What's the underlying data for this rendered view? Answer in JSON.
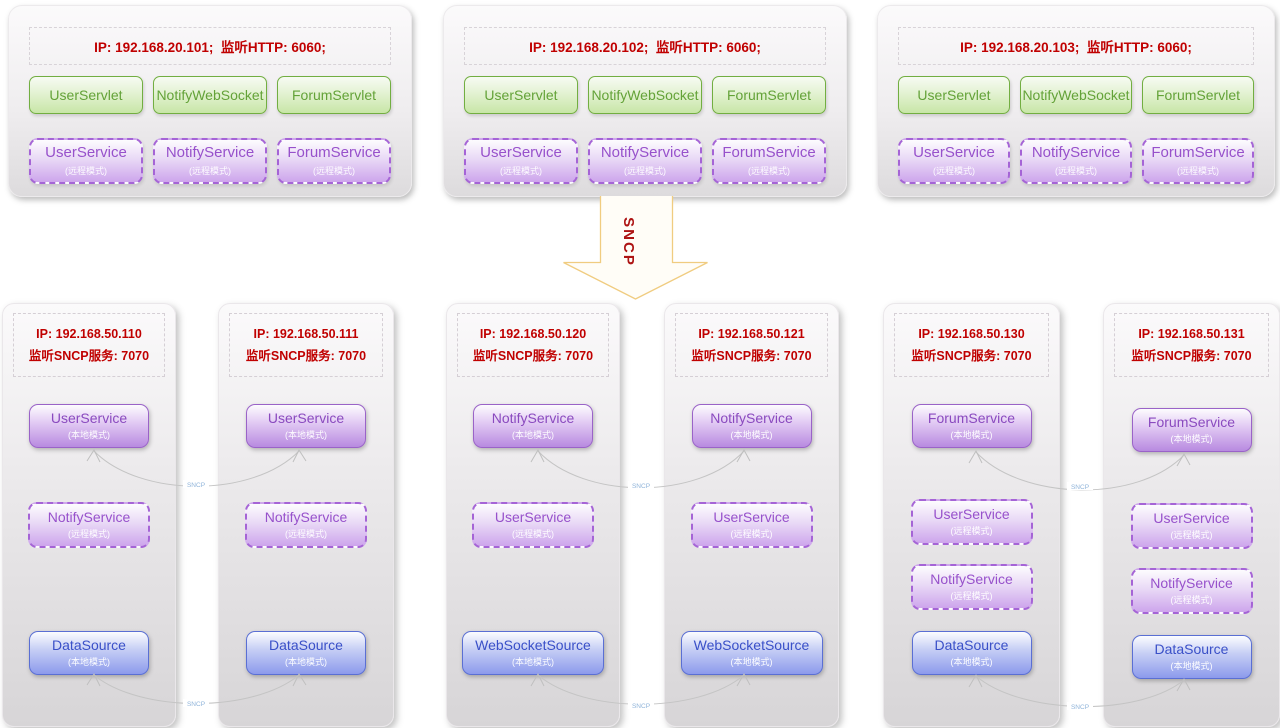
{
  "colors": {
    "ip_text": "#c00000",
    "servlet_green": "#63a238",
    "service_purple": "#9751cb",
    "datasource_blue": "#3a50c8",
    "arrow_outline": "#f0cc80",
    "connector_label": "#90b4da"
  },
  "top_servers": [
    {
      "ip_info": "IP: 192.168.20.101;  监听HTTP: 6060;",
      "servlets": [
        "UserServlet",
        "NotifyWebSocket",
        "ForumServlet"
      ],
      "remote_services": [
        {
          "name": "UserService",
          "mode": "(远程模式)"
        },
        {
          "name": "NotifyService",
          "mode": "(远程模式)"
        },
        {
          "name": "ForumService",
          "mode": "(远程模式)"
        }
      ]
    },
    {
      "ip_info": "IP: 192.168.20.102;  监听HTTP: 6060;",
      "servlets": [
        "UserServlet",
        "NotifyWebSocket",
        "ForumServlet"
      ],
      "remote_services": [
        {
          "name": "UserService",
          "mode": "(远程模式)"
        },
        {
          "name": "NotifyService",
          "mode": "(远程模式)"
        },
        {
          "name": "ForumService",
          "mode": "(远程模式)"
        }
      ]
    },
    {
      "ip_info": "IP: 192.168.20.103;  监听HTTP: 6060;",
      "servlets": [
        "UserServlet",
        "NotifyWebSocket",
        "ForumServlet"
      ],
      "remote_services": [
        {
          "name": "UserService",
          "mode": "(远程模式)"
        },
        {
          "name": "NotifyService",
          "mode": "(远程模式)"
        },
        {
          "name": "ForumService",
          "mode": "(远程模式)"
        }
      ]
    }
  ],
  "sncp_arrow": {
    "label": "SNCP"
  },
  "bottom_servers": [
    {
      "ip_line1": "IP: 192.168.50.110",
      "ip_line2": "监听SNCP服务: 7070",
      "services": [
        {
          "name": "UserService",
          "mode": "(本地模式)"
        },
        {
          "name": "NotifyService",
          "mode": "(远程模式)"
        },
        {
          "name": "DataSource",
          "mode": "(本地模式)"
        }
      ]
    },
    {
      "ip_line1": "IP: 192.168.50.111",
      "ip_line2": "监听SNCP服务: 7070",
      "services": [
        {
          "name": "UserService",
          "mode": "(本地模式)"
        },
        {
          "name": "NotifyService",
          "mode": "(远程模式)"
        },
        {
          "name": "DataSource",
          "mode": "(本地模式)"
        }
      ]
    },
    {
      "ip_line1": "IP: 192.168.50.120",
      "ip_line2": "监听SNCP服务: 7070",
      "services": [
        {
          "name": "NotifyService",
          "mode": "(本地模式)"
        },
        {
          "name": "UserService",
          "mode": "(远程模式)"
        },
        {
          "name": "WebSocketSource",
          "mode": "(本地模式)"
        }
      ]
    },
    {
      "ip_line1": "IP: 192.168.50.121",
      "ip_line2": "监听SNCP服务: 7070",
      "services": [
        {
          "name": "NotifyService",
          "mode": "(本地模式)"
        },
        {
          "name": "UserService",
          "mode": "(远程模式)"
        },
        {
          "name": "WebSocketSource",
          "mode": "(本地模式)"
        }
      ]
    },
    {
      "ip_line1": "IP: 192.168.50.130",
      "ip_line2": "监听SNCP服务: 7070",
      "services": [
        {
          "name": "ForumService",
          "mode": "(本地模式)"
        },
        {
          "name": "UserService",
          "mode": "(远程模式)"
        },
        {
          "name": "NotifyService",
          "mode": "(远程模式)"
        },
        {
          "name": "DataSource",
          "mode": "(本地模式)"
        }
      ]
    },
    {
      "ip_line1": "IP: 192.168.50.131",
      "ip_line2": "监听SNCP服务: 7070",
      "services": [
        {
          "name": "ForumService",
          "mode": "(本地模式)"
        },
        {
          "name": "UserService",
          "mode": "(远程模式)"
        },
        {
          "name": "NotifyService",
          "mode": "(远程模式)"
        },
        {
          "name": "DataSource",
          "mode": "(本地模式)"
        }
      ]
    }
  ],
  "connectors": [
    {
      "label": "SNCP"
    },
    {
      "label": "SNCP"
    },
    {
      "label": "SNCP"
    },
    {
      "label": "SNCP"
    },
    {
      "label": "SNCP"
    },
    {
      "label": "SNCP"
    }
  ]
}
